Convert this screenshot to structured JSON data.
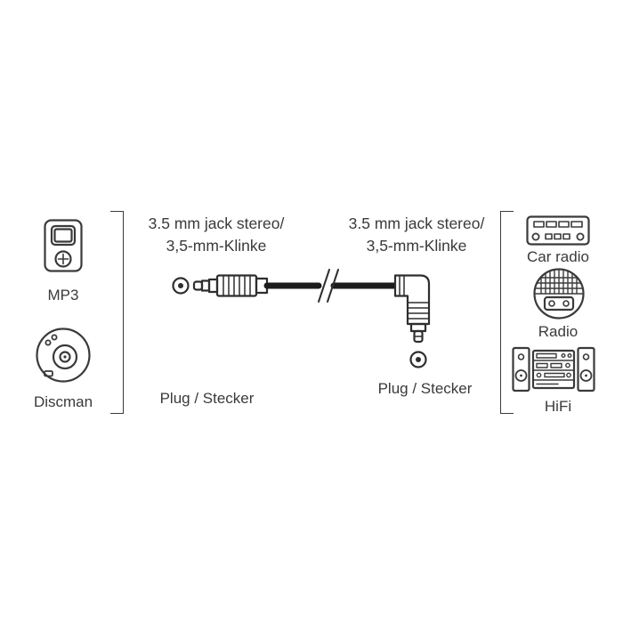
{
  "diagram": {
    "left_devices": {
      "items": [
        {
          "label": "MP3",
          "icon": "mp3-player-icon"
        },
        {
          "label": "Discman",
          "icon": "discman-icon"
        }
      ]
    },
    "right_devices": {
      "items": [
        {
          "label": "Car radio",
          "icon": "car-radio-icon"
        },
        {
          "label": "Radio",
          "icon": "radio-icon"
        },
        {
          "label": "HiFi",
          "icon": "hifi-icon"
        }
      ]
    },
    "left_plug": {
      "title_line1": "3.5 mm jack stereo/",
      "title_line2": "3,5-mm-Klinke",
      "caption": "Plug / Stecker"
    },
    "right_plug": {
      "title_line1": "3.5 mm jack stereo/",
      "title_line2": "3,5-mm-Klinke",
      "caption": "Plug / Stecker"
    },
    "colors": {
      "line": "#3a3a3a",
      "cable": "#1c1c1c",
      "text": "#3a3a3a"
    }
  }
}
